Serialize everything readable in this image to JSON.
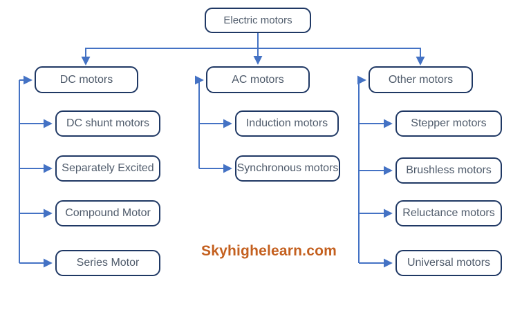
{
  "diagram": {
    "title": "Electric motors classification tree",
    "root": {
      "label": "Electric motors"
    },
    "branches": [
      {
        "label": "DC motors",
        "children": [
          "DC shunt motors",
          "Separately Excited",
          "Compound Motor",
          "Series Motor"
        ]
      },
      {
        "label": "AC motors",
        "children": [
          "Induction motors",
          "Synchronous motors"
        ]
      },
      {
        "label": "Other motors",
        "children": [
          "Stepper motors",
          "Brushless motors",
          "Reluctance motors",
          "Universal motors"
        ]
      }
    ]
  },
  "watermark": "Skyhighelearn.com",
  "colors": {
    "node_border": "#1f3864",
    "connector": "#4472c4",
    "node_text": "#4f5b6b",
    "watermark_text": "#c4601f",
    "background": "#ffffff"
  }
}
